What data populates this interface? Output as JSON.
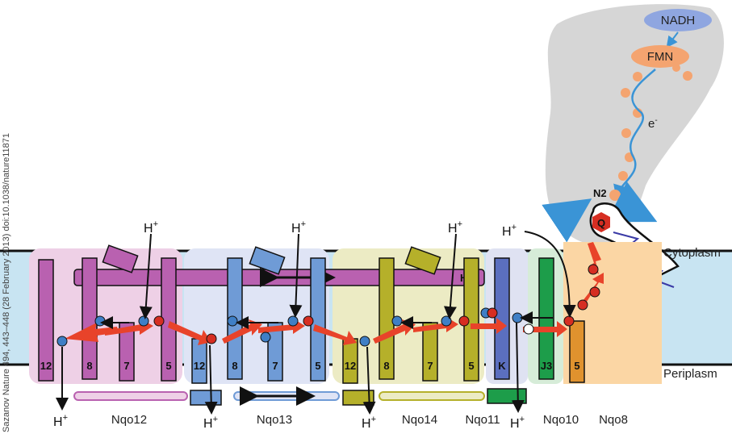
{
  "citation": "Sazanov Nature 494, 443–448 (28 February 2013) doi:10.1038/nature11871",
  "labels": {
    "nadh": "NADH",
    "fmn": "FMN",
    "electron": "e",
    "electron_sup": "-",
    "n2": "N2",
    "q": "Q",
    "hl": "HL",
    "cytoplasm": "Cytoplasm",
    "periplasm": "Periplasm",
    "proton": "H",
    "proton_sup": "+"
  },
  "subunits": {
    "nqo12": "Nqo12",
    "nqo13": "Nqo13",
    "nqo14": "Nqo14",
    "nqo11": "Nqo11",
    "nqo10": "Nqo10",
    "nqo8": "Nqo8"
  },
  "helices": {
    "h12a": "12",
    "h8a": "8",
    "h7a": "7",
    "h5a": "5",
    "h12b": "12",
    "h8b": "8",
    "h7b": "7",
    "h5b": "5",
    "h12c": "12",
    "h8c": "8",
    "h7c": "7",
    "h5c": "5",
    "hK": "K",
    "hJ3": "J3",
    "h5d": "5"
  },
  "colors": {
    "nqo12": "#c06ab3",
    "nqo13": "#6f9bd6",
    "nqo14": "#b5b02a",
    "nqo11": "#5b6fbf",
    "nqo10": "#1d9d4a",
    "nqo8": "#e0922e",
    "hydrophilic_arm": "#d6d6d6",
    "membrane": "#c8e4f2",
    "arrow_red": "#e8432a",
    "arrow_blue": "#3a94d6",
    "residue_blue": "#3f7fc6",
    "residue_red": "#d62e22"
  }
}
